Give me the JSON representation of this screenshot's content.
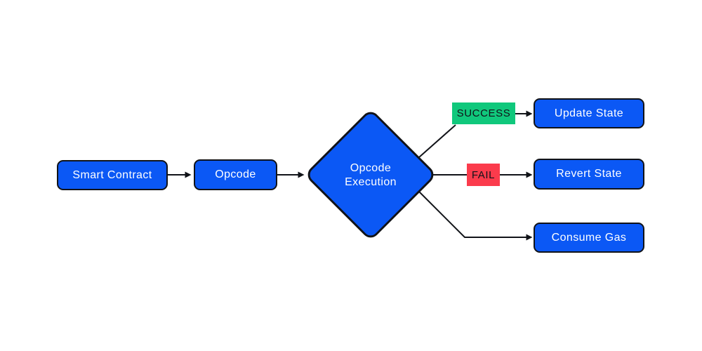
{
  "diagram": {
    "nodes": {
      "smart_contract": {
        "label": "Smart Contract",
        "shape": "rect"
      },
      "opcode": {
        "label": "Opcode",
        "shape": "rect"
      },
      "opcode_execution": {
        "label": "Opcode\nExecution",
        "shape": "diamond"
      },
      "update_state": {
        "label": "Update State",
        "shape": "rect"
      },
      "revert_state": {
        "label": "Revert State",
        "shape": "rect"
      },
      "consume_gas": {
        "label": "Consume Gas",
        "shape": "rect"
      }
    },
    "edges": [
      {
        "from": "smart_contract",
        "to": "opcode",
        "label": ""
      },
      {
        "from": "opcode",
        "to": "opcode_execution",
        "label": ""
      },
      {
        "from": "opcode_execution",
        "to": "update_state",
        "label": "SUCCESS"
      },
      {
        "from": "opcode_execution",
        "to": "revert_state",
        "label": "FAIL"
      },
      {
        "from": "opcode_execution",
        "to": "consume_gas",
        "label": ""
      }
    ],
    "colors": {
      "node_fill": "#0b58f5",
      "node_border": "#111318",
      "node_text": "#ffffff",
      "success_bg": "#10c87c",
      "fail_bg": "#fb3b4c",
      "edge_label_text": "#111318",
      "line_color": "#111318",
      "canvas_bg": "#ffffff"
    }
  }
}
